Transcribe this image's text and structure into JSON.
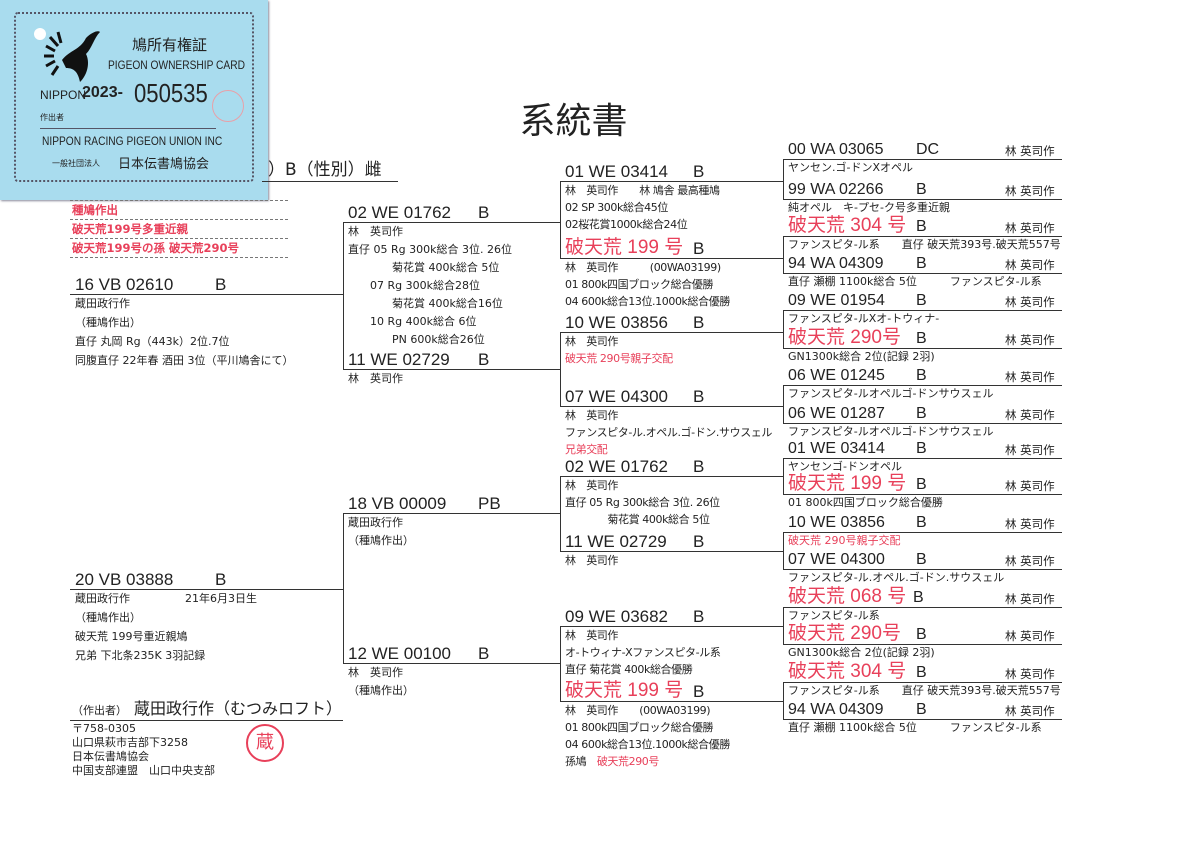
{
  "title": "系統書",
  "card": {
    "title_jp": "鳩所有権証",
    "title_en": "PIGEON OWNERSHIP CARD",
    "nippon": "NIPPON",
    "year": "2023-",
    "number": "050535",
    "maker_label": "作出者",
    "union_en": "NIPPON RACING PIGEON UNION INC",
    "union_prefix": "一般社団法人",
    "union_jp": "日本伝書鳩協会"
  },
  "subject": {
    "header": "）B（性別）雌",
    "notes": [
      "種鳩作出",
      "破天荒199号多重近親",
      "破天荒199号の孫 破天荒290号"
    ]
  },
  "gen1": [
    {
      "ring": "16 VB 02610",
      "color": "B",
      "lines": [
        [
          "蔵田政行作"
        ],
        [
          "（種鳩作出）"
        ],
        [
          "直仔 丸岡 Rg（443k）2位.7位"
        ],
        [
          "同腹直仔 22年春 酒田 3位（平川鳩舎にて）"
        ]
      ]
    },
    {
      "ring": "20 VB 03888",
      "color": "B",
      "lines": [
        [
          "蔵田政行作　　　　　21年6月3日生"
        ],
        [
          "（種鳩作出）"
        ],
        [
          "破天荒 199号重近親鳩"
        ],
        [
          "兄弟 下北条235K 3羽記録"
        ]
      ]
    }
  ],
  "breeder": {
    "label": "（作出者）",
    "name": "蔵田政行作（むつみロフト）",
    "address": [
      "〒758-0305",
      "山口県萩市吉部下3258",
      "日本伝書鳩協会",
      "中国支部連盟　山口中央支部"
    ],
    "stamp": "蔵"
  },
  "gen2": [
    {
      "ring": "02 WE 01762",
      "color": "B",
      "lines": [
        [
          "林　英司作"
        ],
        [
          "直仔 05 Rg 300k総合 3位. 26位"
        ],
        [
          "　　　　菊花賞 400k総合 5位"
        ],
        [
          "　　07 Rg 300k総合28位"
        ],
        [
          "　　　　菊花賞 400k総合16位"
        ],
        [
          "　　10 Rg 400k総合 6位"
        ],
        [
          "　　　　PN 600k総合26位"
        ]
      ]
    },
    {
      "ring": "11 WE 02729",
      "color": "B",
      "lines": [
        [
          "林　英司作"
        ]
      ]
    },
    {
      "ring": "18 VB 00009",
      "color": "PB",
      "lines": [
        [
          "蔵田政行作"
        ],
        [
          "（種鳩作出）"
        ]
      ]
    },
    {
      "ring": "12 WE 00100",
      "color": "B",
      "lines": [
        [
          "林　英司作"
        ],
        [
          "（種鳩作出）"
        ]
      ]
    }
  ],
  "gen3": [
    {
      "ring": "01 WE 03414",
      "color": "B",
      "red": false,
      "lines": [
        [
          "林　英司作　　林 鳩舎 最高種鳩"
        ],
        [
          "02 SP 300k総合45位"
        ],
        [
          "02桜花賞1000k総合24位"
        ]
      ]
    },
    {
      "ring": "破天荒 199 号",
      "color": "B",
      "red": true,
      "lines": [
        [
          "林　英司作　　　(00WA03199)"
        ],
        [
          "01 800k四国ブロック総合優勝"
        ],
        [
          "04 600k総合13位.1000k総合優勝"
        ]
      ]
    },
    {
      "ring": "10 WE 03856",
      "color": "B",
      "red": false,
      "lines": [
        [
          "林　英司作"
        ],
        [
          {
            "red": "破天荒 290号親子交配"
          }
        ]
      ]
    },
    {
      "ring": "07 WE 04300",
      "color": "B",
      "red": false,
      "lines": [
        [
          "林　英司作"
        ],
        [
          "ファンスピタ-ル.オペル.ゴ-ドン.サウスェル"
        ],
        [
          {
            "red": "兄弟交配"
          }
        ]
      ]
    },
    {
      "ring": "02 WE 01762",
      "color": "B",
      "red": false,
      "lines": [
        [
          "林　英司作"
        ],
        [
          "直仔 05 Rg 300k総合 3位. 26位"
        ],
        [
          "　　　　菊花賞 400k総合 5位"
        ]
      ]
    },
    {
      "ring": "11 WE 02729",
      "color": "B",
      "red": false,
      "lines": [
        [
          "林　英司作"
        ]
      ]
    },
    {
      "ring": "09 WE 03682",
      "color": "B",
      "red": false,
      "lines": [
        [
          "林　英司作"
        ],
        [
          "オ-トウィナ-Xファンスピタ-ル系"
        ],
        [
          "直仔 菊花賞 400k総合優勝"
        ]
      ]
    },
    {
      "ring": "破天荒 199 号",
      "color": "B",
      "red": true,
      "lines": [
        [
          "林　英司作　　(00WA03199)"
        ],
        [
          "01 800k四国ブロック総合優勝"
        ],
        [
          "04 600k総合13位.1000k総合優勝"
        ],
        [
          "孫鳩　",
          {
            "red": "破天荒290号"
          }
        ]
      ]
    }
  ],
  "gen4": [
    {
      "ring": "00 WA 03065",
      "color": "DC",
      "red": false,
      "breeder": "林 英司作",
      "lines": [
        [
          "ヤンセン.ゴ-ドンXオペル"
        ]
      ]
    },
    {
      "ring": "99 WA 02266",
      "color": "B",
      "red": false,
      "breeder": "林 英司作",
      "lines": [
        [
          "純オペル　キ-プセ-ク号多重近親"
        ]
      ]
    },
    {
      "ring": "破天荒 304 号",
      "color": "B",
      "red": true,
      "breeder": "林 英司作",
      "lines": [
        [
          "ファンスピタ-ル系　　直仔 破天荒393号.破天荒557号"
        ]
      ]
    },
    {
      "ring": "94 WA 04309",
      "color": "B",
      "red": false,
      "breeder": "林 英司作",
      "lines": [
        [
          "直仔 瀬棚 1100k総合 5位　　　ファンスピタ-ル系"
        ]
      ]
    },
    {
      "ring": "09 WE 01954",
      "color": "B",
      "red": false,
      "breeder": "林 英司作",
      "lines": [
        [
          "ファンスピタ-ルXオ-トウィナ-"
        ]
      ]
    },
    {
      "ring": "破天荒 290号",
      "color": "B",
      "red": true,
      "breeder": "林 英司作",
      "lines": [
        [
          "GN1300k総合 2位(記録 2羽)"
        ]
      ]
    },
    {
      "ring": "06 WE 01245",
      "color": "B",
      "red": false,
      "breeder": "林 英司作",
      "lines": [
        [
          "ファンスピタ-ルオペルゴ-ドンサウスェル"
        ]
      ]
    },
    {
      "ring": "06 WE 01287",
      "color": "B",
      "red": false,
      "breeder": "林 英司作",
      "lines": [
        [
          "ファンスピタ-ルオペルゴ-ドンサウスェル"
        ]
      ]
    },
    {
      "ring": "01 WE 03414",
      "color": "B",
      "red": false,
      "breeder": "林 英司作",
      "lines": [
        [
          "ヤンセンゴ-ドンオペル"
        ]
      ]
    },
    {
      "ring": "破天荒 199 号",
      "color": "B",
      "red": true,
      "breeder": "林 英司作",
      "lines": [
        [
          "01 800k四国ブロック総合優勝"
        ]
      ]
    },
    {
      "ring": "10 WE 03856",
      "color": "B",
      "red": false,
      "breeder": "林 英司作",
      "lines": [
        [
          {
            "red": "破天荒 290号親子交配"
          }
        ]
      ]
    },
    {
      "ring": "07 WE 04300",
      "color": "B",
      "red": false,
      "breeder": "林 英司作",
      "lines": [
        [
          "ファンスピタ-ル.オペル.ゴ-ドン.サウスェル"
        ]
      ]
    },
    {
      "ring": "破天荒 068 号",
      "color": "B",
      "red": true,
      "breeder": "林 英司作",
      "lines": [
        [
          "ファンスピタ-ル系"
        ]
      ]
    },
    {
      "ring": "破天荒 290号",
      "color": "B",
      "red": true,
      "breeder": "林 英司作",
      "lines": [
        [
          "GN1300k総合 2位(記録 2羽)"
        ]
      ]
    },
    {
      "ring": "破天荒 304 号",
      "color": "B",
      "red": true,
      "breeder": "林 英司作",
      "lines": [
        [
          "ファンスピタ-ル系　　直仔 破天荒393号.破天荒557号"
        ]
      ]
    },
    {
      "ring": "94 WA 04309",
      "color": "B",
      "red": false,
      "breeder": "林 英司作",
      "lines": [
        [
          "直仔 瀬棚 1100k総合 5位　　　ファンスピタ-ル系"
        ]
      ]
    }
  ],
  "colors": {
    "red": "#e8405a",
    "card": "#a9dcee"
  }
}
